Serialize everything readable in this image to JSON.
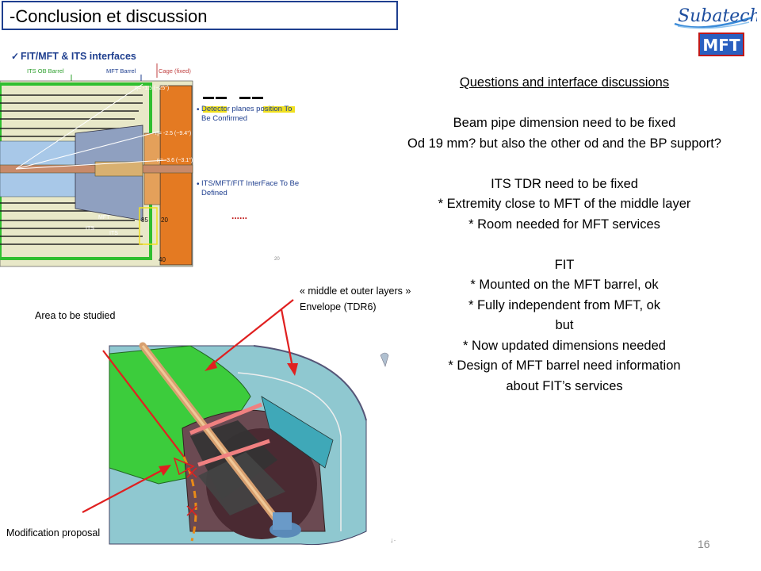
{
  "slide": {
    "title": "-Conclusion et discussion",
    "page_number": "16"
  },
  "logos": {
    "subatech": "Subatech",
    "mft": "MFT"
  },
  "top_figure": {
    "heading": "FIT/MFT & ITS interfaces",
    "checkmark": "✓",
    "label_its_ob": "ITS OB Barrel",
    "label_mft_barrel": "MFT Barrel",
    "label_cage": "Cage (fixed)",
    "eta1": "η= -1.5 (~25°)",
    "eta2": "η= -2.5 (~9.4°)",
    "eta3": "η= -3.6 (~3.1°)",
    "callout1": "Detector planes position To Be Confirmed",
    "callout2": "ITS/MFT/FIT InterFace To Be Defined",
    "dim_85": "85",
    "dim_20": "20",
    "dim_40": "40",
    "label_mft": "MFT",
    "label_its1": "ITS",
    "label_its2": "ITS",
    "slide_ref": "20",
    "dots": "......"
  },
  "bottom_figure": {
    "label_area": "Area to be studied",
    "label_envelope_1": "« middle et outer layers »",
    "label_envelope_2": "Envelope (TDR6)",
    "label_modification": "Modification proposal"
  },
  "right_text": {
    "heading": "Questions and interface discussions",
    "lines_beam": [
      "Beam pipe dimension need to be fixed",
      "Od 19 mm? but also the other od and the BP support?"
    ],
    "lines_its": [
      "ITS TDR need to be fixed",
      "* Extremity close to MFT of the middle layer",
      "* Room needed for MFT services"
    ],
    "lines_fit": [
      "FIT",
      "* Mounted on the MFT barrel, ok",
      "* Fully independent from MFT, ok",
      "but",
      "* Now updated dimensions needed",
      "* Design of MFT barrel need information",
      "about FIT’s services"
    ]
  },
  "colors": {
    "title_border": "#1f3f8f",
    "arrow_red": "#e02020",
    "green": "#3cc43c",
    "cyan": "#7ed2d8",
    "orange": "#e07020"
  }
}
